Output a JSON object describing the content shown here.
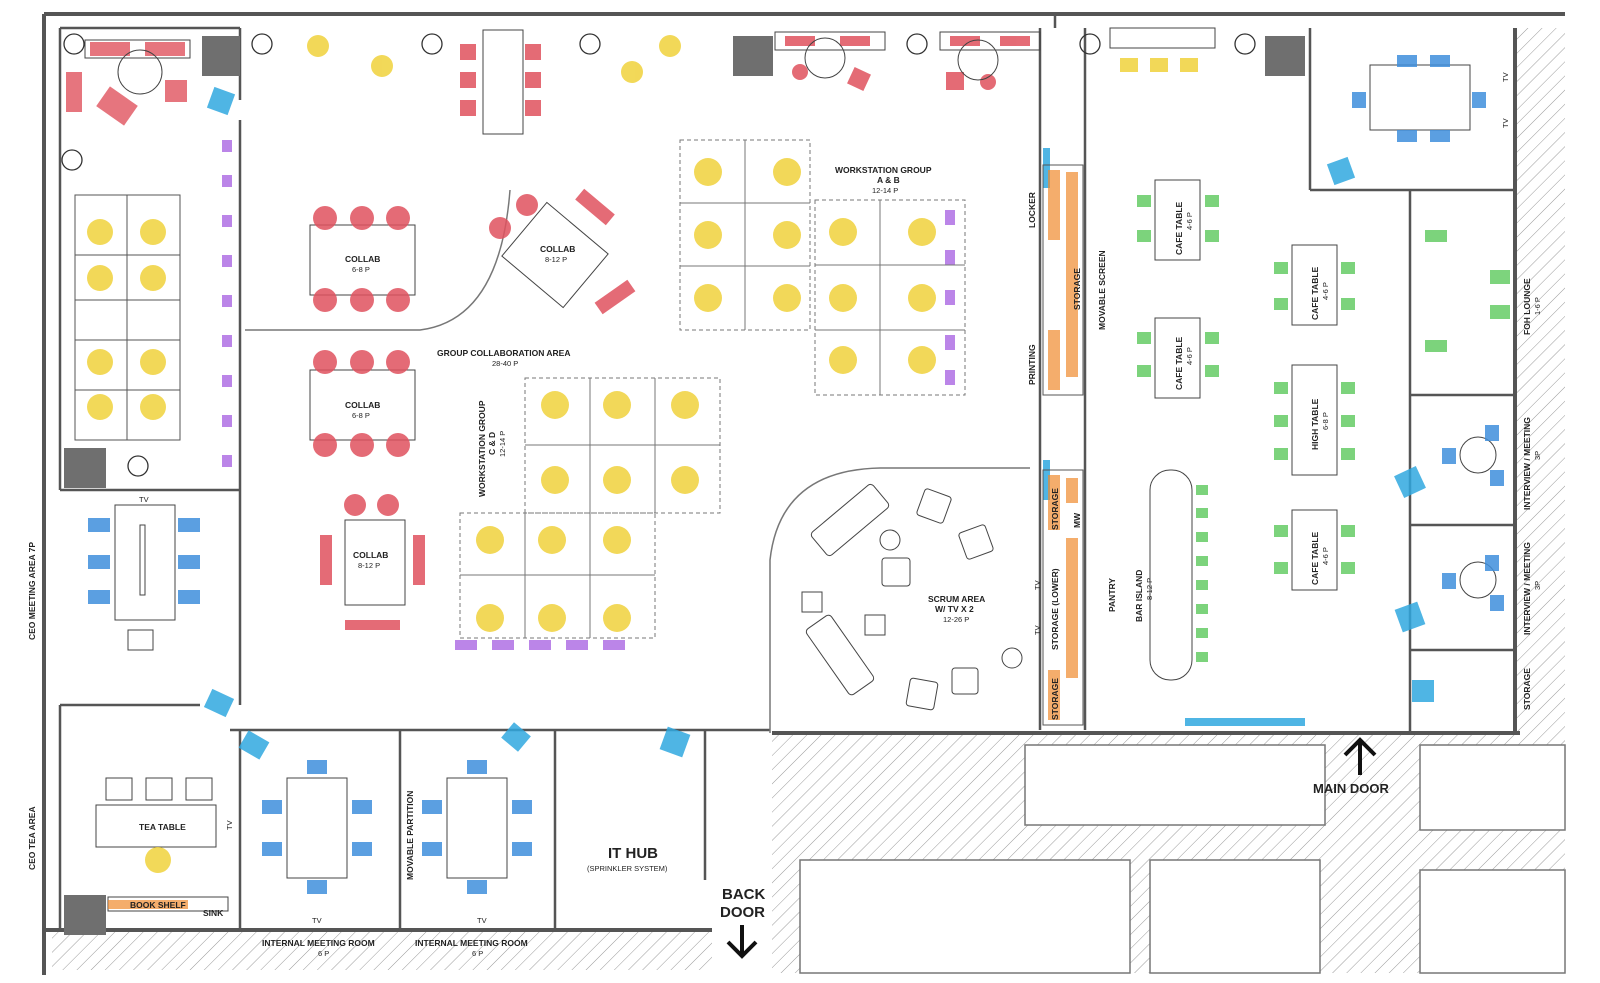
{
  "floorplan": {
    "labels": {
      "ceo_meeting_area": "CEO MEETING AREA 7P",
      "ceo_tea_area": "CEO TEA AREA",
      "tea_table": "TEA TABLE",
      "book_shelf": "BOOK SHELF",
      "sink": "SINK",
      "tv": "TV",
      "collab": "COLLAB",
      "collab_6_8": "6-8 P",
      "collab_8_12": "8-12 P",
      "group_collab_area": "GROUP COLLABORATION AREA",
      "group_collab_cap": "28-40 P",
      "ws_ab_title": "WORKSTATION GROUP",
      "ws_ab_sub": "A & B",
      "ws_ab_cap": "12-14 P",
      "ws_cd_title": "WORKSTATION GROUP",
      "ws_cd_sub": "C & D",
      "ws_cd_cap": "12-14 P",
      "locker": "LOCKER",
      "storage": "STORAGE",
      "printing": "PRINTING",
      "movable_screen": "MOVABLE SCREEN",
      "storage_lower": "STORAGE (LOWER)",
      "mw": "MW",
      "pantry": "PANTRY",
      "bar_island": "BAR ISLAND",
      "bar_island_cap": "8-12 P",
      "cafe_table": "CAFE TABLE",
      "cafe_cap": "4-6 P",
      "high_table": "HIGH TABLE",
      "high_cap": "6-8 P",
      "scrum_area": "SCRUM AREA",
      "scrum_tv": "W/ TV X 2",
      "scrum_cap": "12-26 P",
      "internal_meeting": "INTERNAL MEETING ROOM",
      "internal_cap": "6 P",
      "movable_partition": "MOVABLE PARTITION",
      "it_hub": "IT HUB",
      "it_hub_note": "(SPRINKLER SYSTEM)",
      "back_door_1": "BACK",
      "back_door_2": "DOOR",
      "main_door": "MAIN DOOR",
      "foh_lounge": "FOH LOUNGE",
      "foh_cap": "1-6 P",
      "interview_meeting": "INTERVIEW / MEETING",
      "interview_cap": "3P",
      "storage_right": "STORAGE"
    },
    "colors": {
      "red": "#e0525e",
      "yellow": "#f0d23c",
      "blue": "#3f8fdc",
      "green": "#5cc95c",
      "orange": "#ef8a2e",
      "purple": "#a45ce0",
      "cyan": "#30a8e0",
      "grey": "#6f6f6f",
      "wall": "#555555"
    }
  }
}
